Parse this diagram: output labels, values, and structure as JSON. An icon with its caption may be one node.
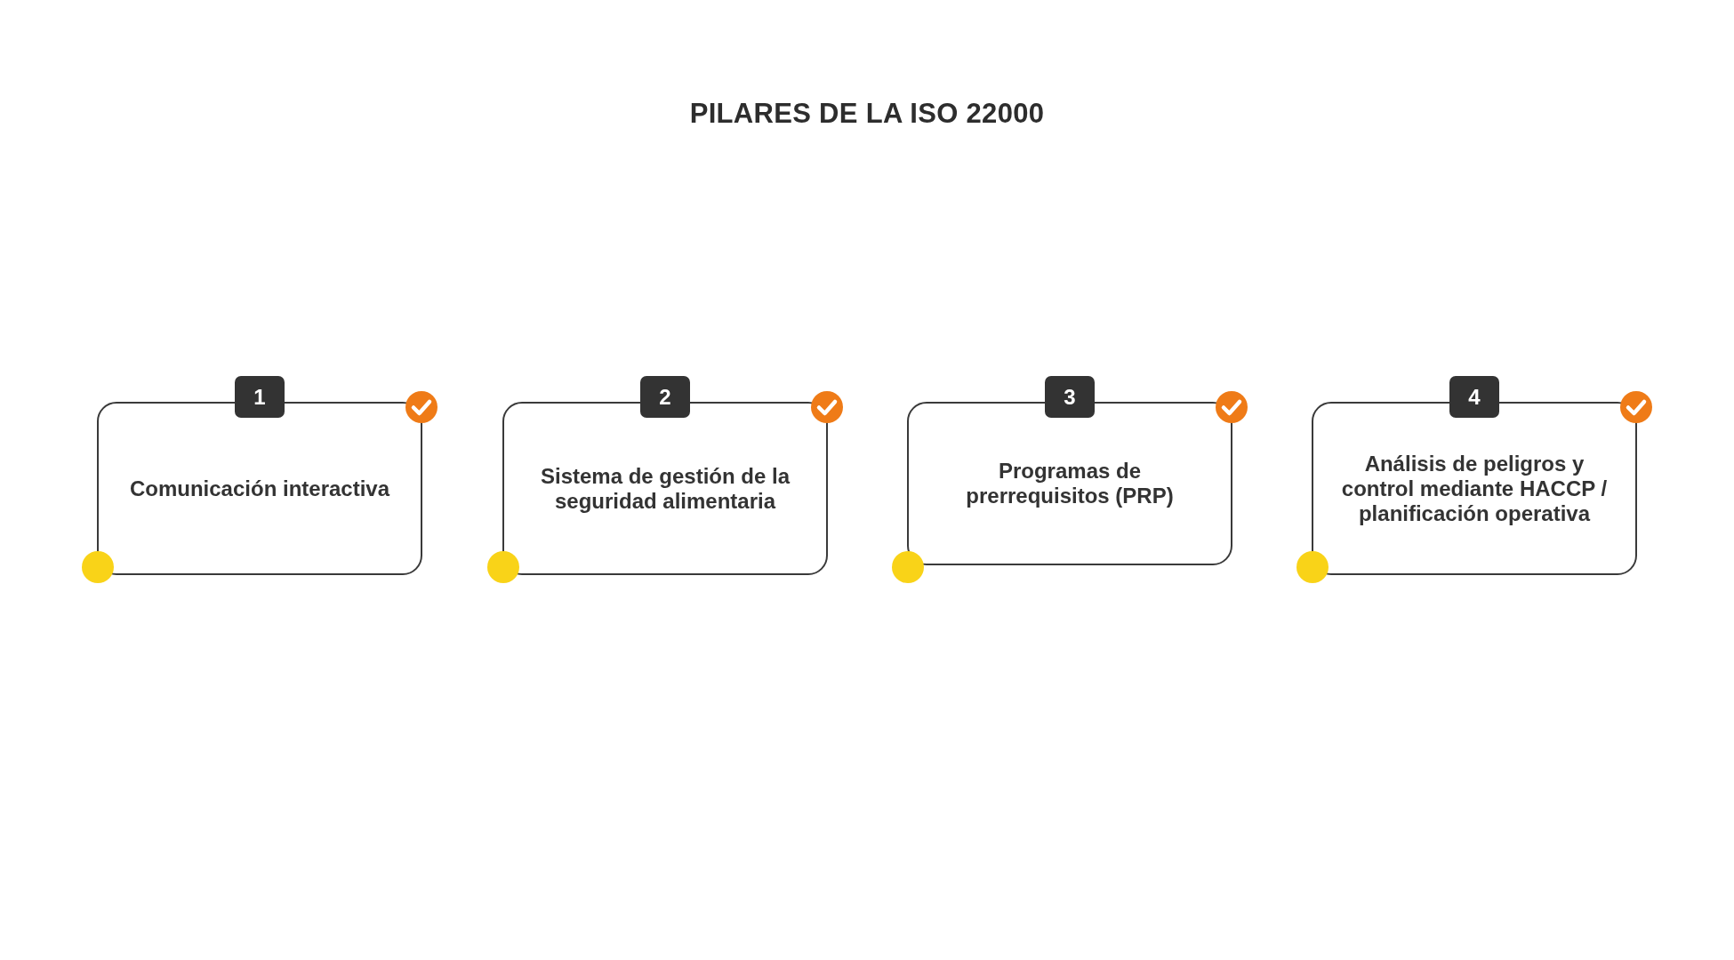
{
  "diagram": {
    "title": "PILARES DE LA ISO 22000",
    "nodes": [
      {
        "text": [
          "1",
          "Comunicación interactiva"
        ]
      },
      {
        "text": [
          "2",
          "Sistema de gestión de la seguridad alimentaria"
        ]
      },
      {
        "text": [
          "3",
          "Programas de prerrequisitos (PRP)"
        ]
      },
      {
        "text": [
          "4",
          "Análisis de peligros y control mediante HACCP / planificación operativa"
        ]
      }
    ],
    "edges": []
  }
}
